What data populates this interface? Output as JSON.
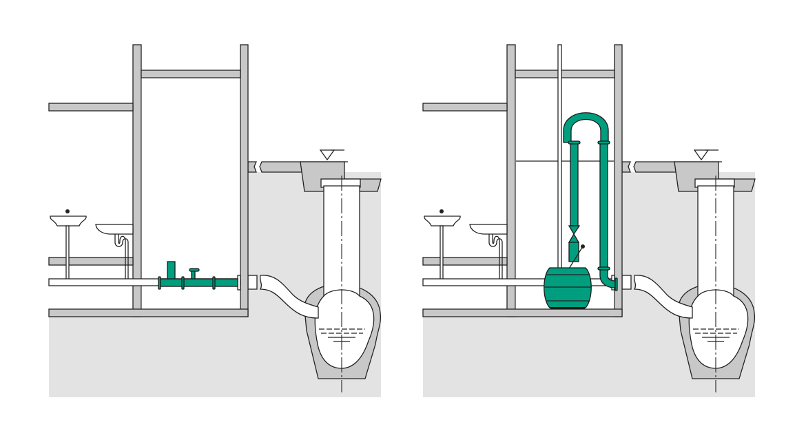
{
  "diagram": {
    "panels": [
      {
        "name": "inline-lifting-unit",
        "variant": "pipe-mounted pump"
      },
      {
        "name": "floor-standing-lifting-station",
        "variant": "tank pump with riser loop"
      }
    ],
    "colors": {
      "equipment": "#009e7e",
      "walls": "#c8c8c8",
      "ground": "#e3e3e3",
      "outline": "#222222"
    }
  }
}
